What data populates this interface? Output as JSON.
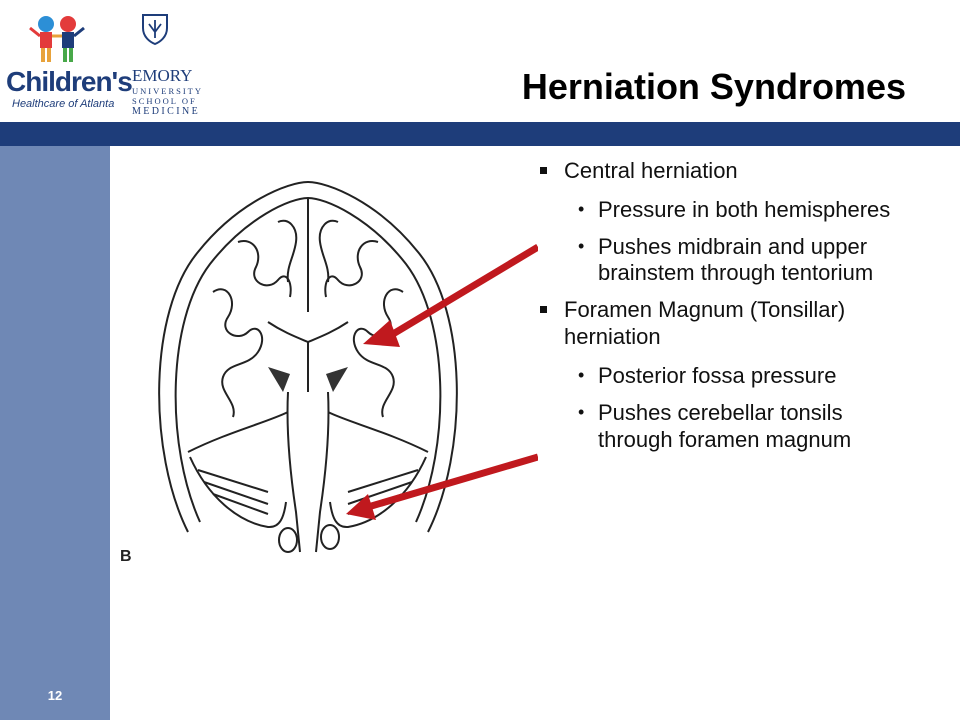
{
  "slide": {
    "title": "Herniation Syndromes",
    "page_number": "12"
  },
  "logos": {
    "childrens": {
      "name": "Children's",
      "subtitle": "Healthcare of Atlanta"
    },
    "emory": {
      "name": "EMORY",
      "line1": "UNIVERSITY",
      "line2": "SCHOOL OF",
      "line3": "MEDICINE"
    }
  },
  "bullets": [
    {
      "label": "Central herniation",
      "sub": [
        "Pressure in both hemispheres",
        "Pushes midbrain and upper brainstem through tentorium"
      ]
    },
    {
      "label": "Foramen Magnum (Tonsillar) herniation",
      "sub": [
        "Posterior fossa pressure",
        "Pushes cerebellar tonsils through foramen magnum"
      ]
    }
  ],
  "figure": {
    "panel_letter": "B"
  },
  "colors": {
    "top_band": "#1e3d7a",
    "left_bar": "#6f88b5",
    "arrow": "#c0191e"
  }
}
